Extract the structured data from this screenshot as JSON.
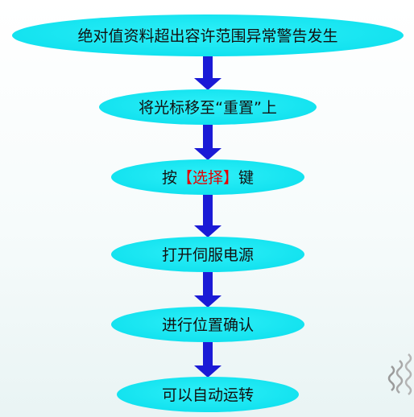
{
  "flowchart": {
    "colors": {
      "node_fill": "#12e8f2",
      "arrow": "#1a1ad6",
      "highlight_text": "#e60000"
    },
    "steps": [
      {
        "parts": [
          {
            "text": "绝对值资料超出容许范围异常警告发生"
          }
        ]
      },
      {
        "parts": [
          {
            "text": "将光标移至“重置”上"
          }
        ]
      },
      {
        "parts": [
          {
            "text": "按"
          },
          {
            "text": "【选择】",
            "highlight": true
          },
          {
            "text": "键"
          }
        ]
      },
      {
        "parts": [
          {
            "text": "打开伺服电源"
          }
        ]
      },
      {
        "parts": [
          {
            "text": "进行位置确认"
          }
        ]
      },
      {
        "parts": [
          {
            "text": "可以自动运转"
          }
        ]
      }
    ]
  }
}
